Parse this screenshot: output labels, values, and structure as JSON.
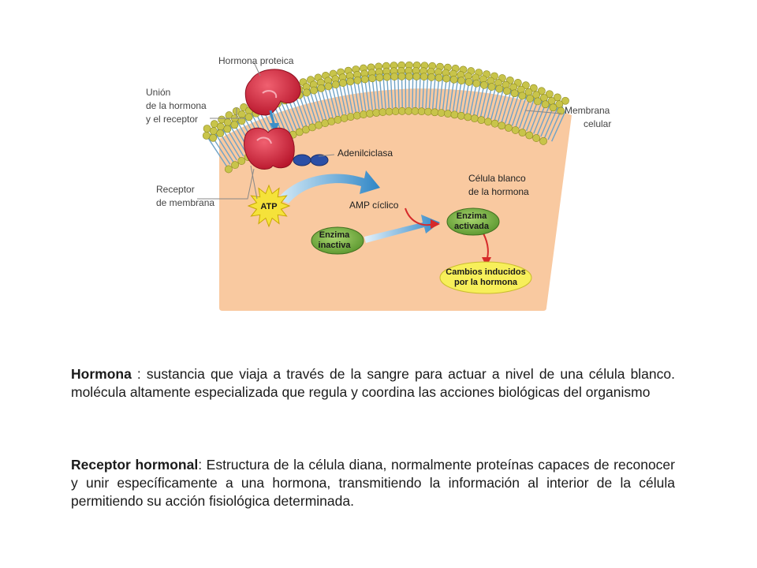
{
  "diagram": {
    "labels": {
      "hormona_proteica": "Hormona proteica",
      "union_1": "Unión",
      "union_2": "de la hormona",
      "union_3": "y el receptor",
      "membrana_1": "Membrana",
      "membrana_2": "celular",
      "adenilciclasa": "Adenilciclasa",
      "receptor_1": "Receptor",
      "receptor_2": "de membrana",
      "celula_1": "Célula blanco",
      "celula_2": "de la hormona",
      "atp": "ATP",
      "amp": "AMP cíclico",
      "enzima_activada_1": "Enzima",
      "enzima_activada_2": "activada",
      "enzima_inactiva_1": "Enzima",
      "enzima_inactiva_2": "inactiva",
      "cambios_1": "Cambios inducidos",
      "cambios_2": "por la hormona"
    },
    "colors": {
      "cytoplasm": "#f9c9a0",
      "lipid_head": "#c8c44a",
      "tail": "#6fa3c7",
      "hormone": "#d8283f",
      "enzyme": "#7ab648",
      "atp": "#f5e23a",
      "arrow_blue": "#3b8fc8",
      "arrow_red": "#d62a2a",
      "cambios": "#f7ef5a"
    }
  },
  "text": {
    "p1_term": "Hormona",
    "p1_body": " : sustancia que viaja a través de la sangre para actuar a nivel de una célula blanco. molécula altamente especializada que regula y coordina las acciones biológicas del organismo",
    "p2_term": "Receptor hormonal",
    "p2_body": ": Estructura de la célula diana, normalmente proteínas capaces de reconocer y unir específicamente  a una hormona, transmitiendo la información al interior de la célula permitiendo su acción fisiológica determinada."
  }
}
